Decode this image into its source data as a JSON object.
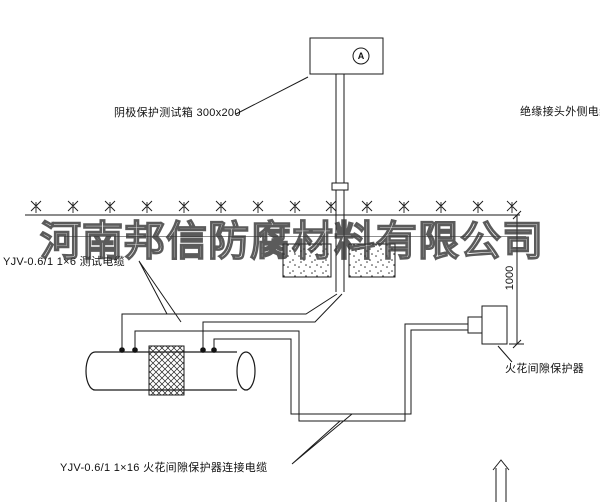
{
  "page": {
    "background": "#ffffff"
  },
  "watermark": {
    "text": "河南邦信防腐材料有限公司"
  },
  "labels": {
    "test_box": "阴极保护测试箱 300x200",
    "outer_cable": "绝缘接头外侧电缆",
    "test_cable": "YJV-0.6/1 1×6  测试电缆",
    "spark_gap_protector": "火花间隙保护器",
    "connect_cable": "YJV-0.6/1 1×16  火花间隙保护器连接电缆",
    "dimension_1000": "1000",
    "ammeter": "A"
  },
  "colors": {
    "line": "#1a1a1a",
    "text": "#111111",
    "watermark": "#3a3a3a"
  }
}
